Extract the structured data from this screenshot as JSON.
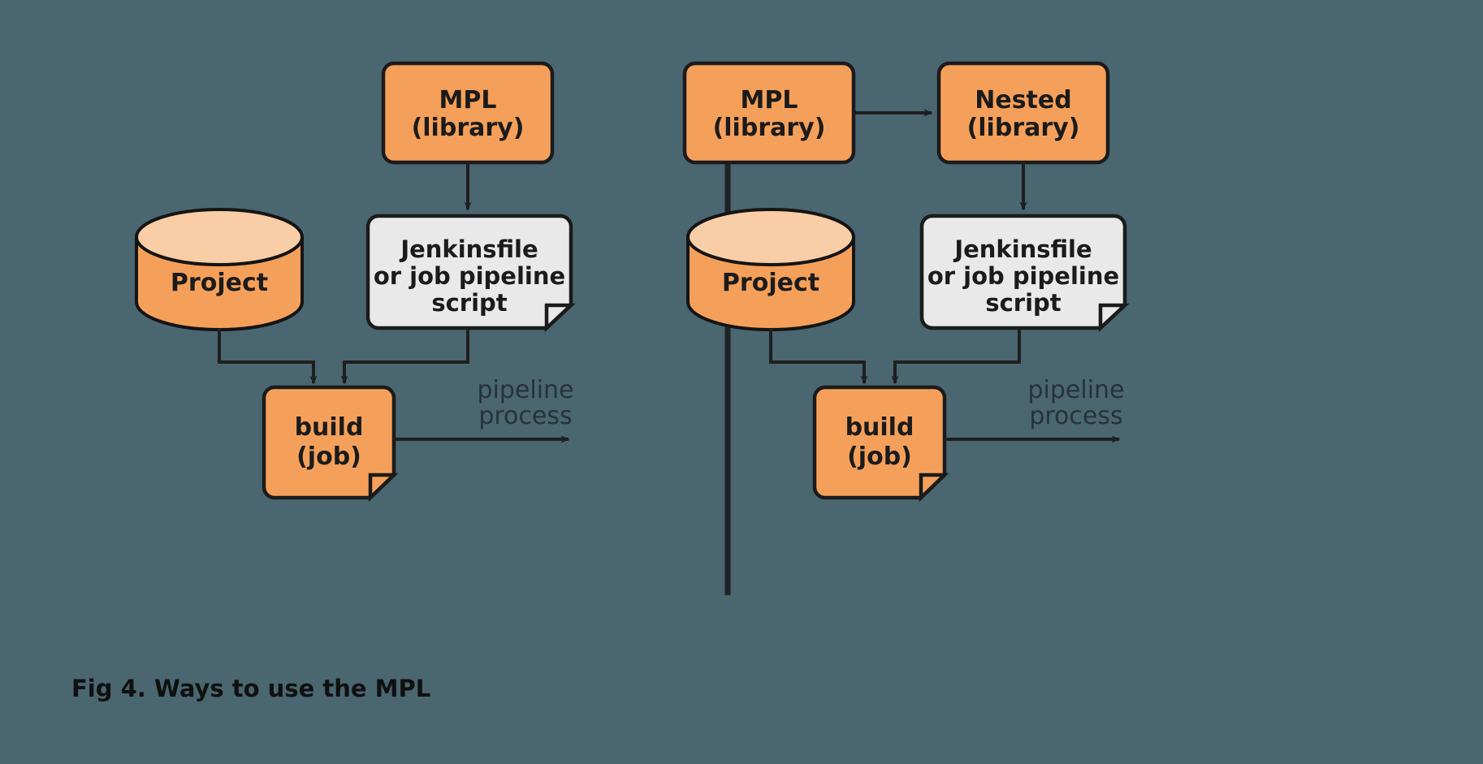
{
  "figure": {
    "caption": "Fig 4. Ways to use the MPL",
    "background_color": "#4a6670",
    "accent_orange": "#f5a05a",
    "cylinder_top_color": "#f9cda6",
    "script_box_color": "#e9e9e9",
    "stroke_color": "#1b1b1b"
  },
  "panels": [
    {
      "id": "left",
      "name": "direct-mpl-usage",
      "nodes": {
        "mpl": {
          "line1": "MPL",
          "line2": "(library)",
          "shape": "rounded-rect",
          "fill": "#f5a05a"
        },
        "project": {
          "label": "Project",
          "shape": "cylinder",
          "fill": "#f5a05a"
        },
        "script": {
          "line1": "Jenkinsfile",
          "line2": "or job pipeline",
          "line3": "script",
          "shape": "note",
          "fill": "#e9e9e9"
        },
        "build": {
          "line1": "build",
          "line2": "(job)",
          "shape": "note",
          "fill": "#f5a05a"
        }
      },
      "process_label": {
        "line1": "pipeline",
        "line2": "process"
      },
      "edges": [
        {
          "from": "mpl",
          "to": "script",
          "style": "straight-down",
          "arrow": true
        },
        {
          "from": "project",
          "to": "build",
          "style": "elbow-down-right",
          "arrow": true
        },
        {
          "from": "script",
          "to": "build",
          "style": "elbow-down-left",
          "arrow": true
        },
        {
          "from": "build",
          "to": "process",
          "style": "straight-right",
          "arrow": true
        }
      ]
    },
    {
      "id": "right",
      "name": "nested-library-usage",
      "nodes": {
        "mpl": {
          "line1": "MPL",
          "line2": "(library)",
          "shape": "rounded-rect",
          "fill": "#f5a05a"
        },
        "nested": {
          "line1": "Nested",
          "line2": "(library)",
          "shape": "rounded-rect",
          "fill": "#f5a05a"
        },
        "project": {
          "label": "Project",
          "shape": "cylinder",
          "fill": "#f5a05a"
        },
        "script": {
          "line1": "Jenkinsfile",
          "line2": "or job pipeline",
          "line3": "script",
          "shape": "note",
          "fill": "#e9e9e9"
        },
        "build": {
          "line1": "build",
          "line2": "(job)",
          "shape": "note",
          "fill": "#f5a05a"
        }
      },
      "process_label": {
        "line1": "pipeline",
        "line2": "process"
      },
      "edges": [
        {
          "from": "mpl",
          "to": "nested",
          "style": "straight-right",
          "arrow": true
        },
        {
          "from": "nested",
          "to": "script",
          "style": "straight-down",
          "arrow": true
        },
        {
          "from": "project",
          "to": "build",
          "style": "elbow-down-right",
          "arrow": true
        },
        {
          "from": "script",
          "to": "build",
          "style": "elbow-down-left",
          "arrow": true
        },
        {
          "from": "build",
          "to": "process",
          "style": "straight-right",
          "arrow": true
        }
      ]
    }
  ],
  "divider": {
    "name": "panel-divider",
    "orientation": "vertical"
  }
}
